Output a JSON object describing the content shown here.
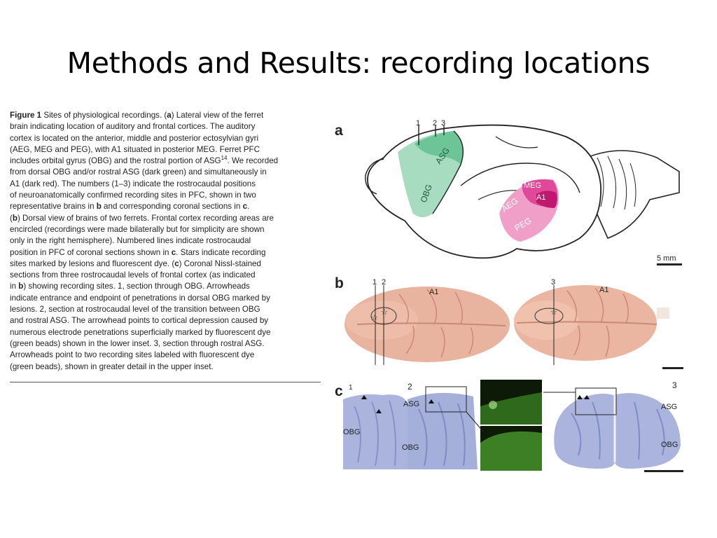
{
  "slide": {
    "title": "Methods and Results: recording locations"
  },
  "caption": {
    "lines": [
      "Figure 1  Sites of physiological recordings. (a) Lateral view of the ferret",
      "brain indicating location of auditory and frontal cortices. The auditory",
      "cortex is located on the anterior, middle and posterior ectosylvian gyri",
      "(AEG, MEG and PEG), with A1 situated in posterior MEG. Ferret PFC",
      "includes orbital gyrus (OBG) and the rostral portion of ASG14. We recorded",
      "from dorsal OBG and/or rostral ASG (dark green) and simultaneously in",
      "A1 (dark red). The numbers (1–3) indicate the rostrocaudal positions",
      "of neuroanatomically confirmed recording sites in PFC, shown in two",
      "representative brains in b and corresponding coronal sections in c.",
      "(b) Dorsal view of brains of two ferrets. Frontal cortex recording areas are",
      "encircled (recordings were made bilaterally but for simplicity are shown",
      "only in the right hemisphere). Numbered lines indicate rostrocaudal",
      "position in PFC of coronal sections shown in c. Stars indicate recording",
      "sites marked by lesions and fluorescent dye. (c) Coronal Nissl-stained",
      "sections from three rostrocaudal levels of frontal cortex (as indicated",
      "in b) showing recording sites. 1, section through OBG. Arrowheads",
      "indicate entrance and endpoint of penetrations in dorsal OBG marked by",
      "lesions. 2, section at rostrocaudal level of the transition between OBG",
      "and rostral ASG. The arrowhead points to cortical depression caused by",
      "numerous electrode penetrations superficially marked by fluorescent dye",
      "(green beads) shown in the lower inset. 3, section through rostral ASG.",
      "Arrowheads point to two recording sites labeled with fluorescent dye",
      "(green beads), shown in greater detail in the upper inset."
    ]
  },
  "figure": {
    "panel_a": {
      "letter": "a",
      "lines": [
        "1",
        "2",
        "3"
      ],
      "labels": {
        "asg": "ASG",
        "obg": "OBG",
        "meg": "MEG",
        "a1": "A1",
        "aeg": "AEG",
        "peg": "PEG"
      },
      "scale": "5 mm",
      "colors": {
        "frontal_light": "#a8dcc0",
        "frontal_dark": "#6cc497",
        "auditory_light": "#f0a0c8",
        "auditory_dark": "#e0489a",
        "a1": "#c0186e"
      }
    },
    "panel_b": {
      "letter": "b",
      "left": {
        "lines": [
          "1",
          "2"
        ],
        "area": "A1"
      },
      "right": {
        "lines": [
          "3"
        ],
        "area": "A1"
      },
      "colors": {
        "brain": "#e8b4a0",
        "brain_shadow": "#c98a74"
      }
    },
    "panel_c": {
      "letter": "c",
      "sections": {
        "s1": "1",
        "s2": "2",
        "s3": "3"
      },
      "labels": {
        "obg1": "OBG",
        "asg2": "ASG",
        "obg2": "OBG",
        "asg3": "ASG",
        "obg3": "OBG"
      },
      "colors": {
        "nissl": "#aab4dc",
        "nissl_dark": "#6f7fc0",
        "fluor": "#2f6a1c"
      }
    }
  }
}
